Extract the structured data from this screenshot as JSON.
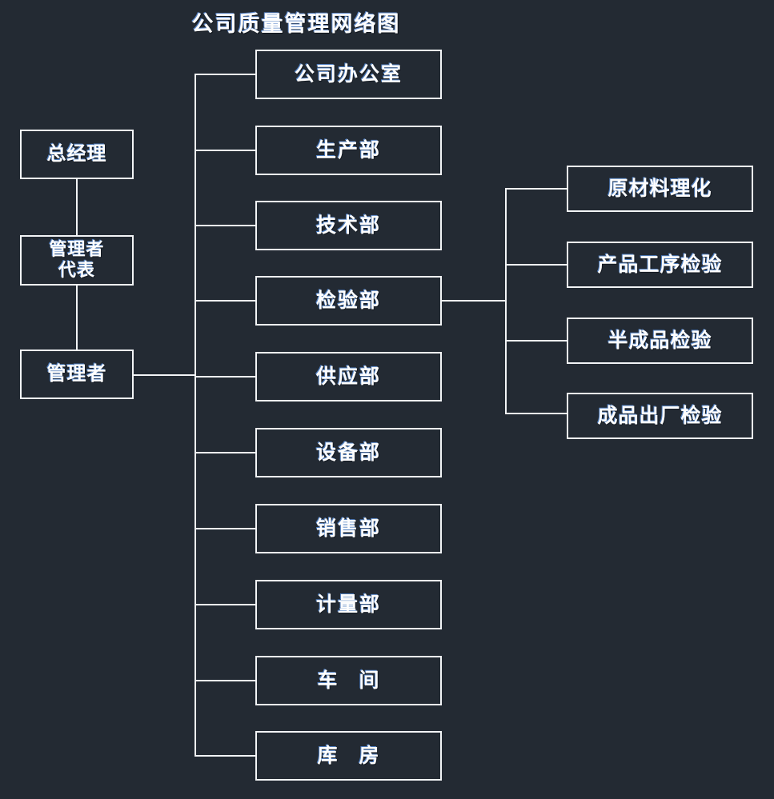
{
  "chart": {
    "title": "公司质量管理网络图",
    "type": "org-chart",
    "background_color": "#232a33",
    "line_color": "#f2f4f6",
    "text_color": "#fdfdfd",
    "accent_shadow_color": "#4f7ec0"
  },
  "left_column": {
    "nodes": [
      {
        "id": "general-manager",
        "label": "总经理"
      },
      {
        "id": "management-representative",
        "label": "管理者\n代表"
      },
      {
        "id": "manager",
        "label": "管理者"
      }
    ]
  },
  "middle_column": {
    "nodes": [
      {
        "id": "company-office",
        "label": "公司办公室"
      },
      {
        "id": "production-dept",
        "label": "生产部"
      },
      {
        "id": "technology-dept",
        "label": "技术部"
      },
      {
        "id": "inspection-dept",
        "label": "检验部"
      },
      {
        "id": "supply-dept",
        "label": "供应部"
      },
      {
        "id": "equipment-dept",
        "label": "设备部"
      },
      {
        "id": "sales-dept",
        "label": "销售部"
      },
      {
        "id": "metrology-dept",
        "label": "计量部"
      },
      {
        "id": "workshop",
        "label": "车　间"
      },
      {
        "id": "warehouse",
        "label": "库　房"
      }
    ]
  },
  "right_column": {
    "parent": "检验部",
    "nodes": [
      {
        "id": "raw-material-physical-chemical",
        "label": "原材料理化"
      },
      {
        "id": "product-process-inspection",
        "label": "产品工序检验"
      },
      {
        "id": "semi-finished-inspection",
        "label": "半成品检验"
      },
      {
        "id": "finished-product-factory-inspection",
        "label": "成品出厂检验"
      }
    ]
  }
}
